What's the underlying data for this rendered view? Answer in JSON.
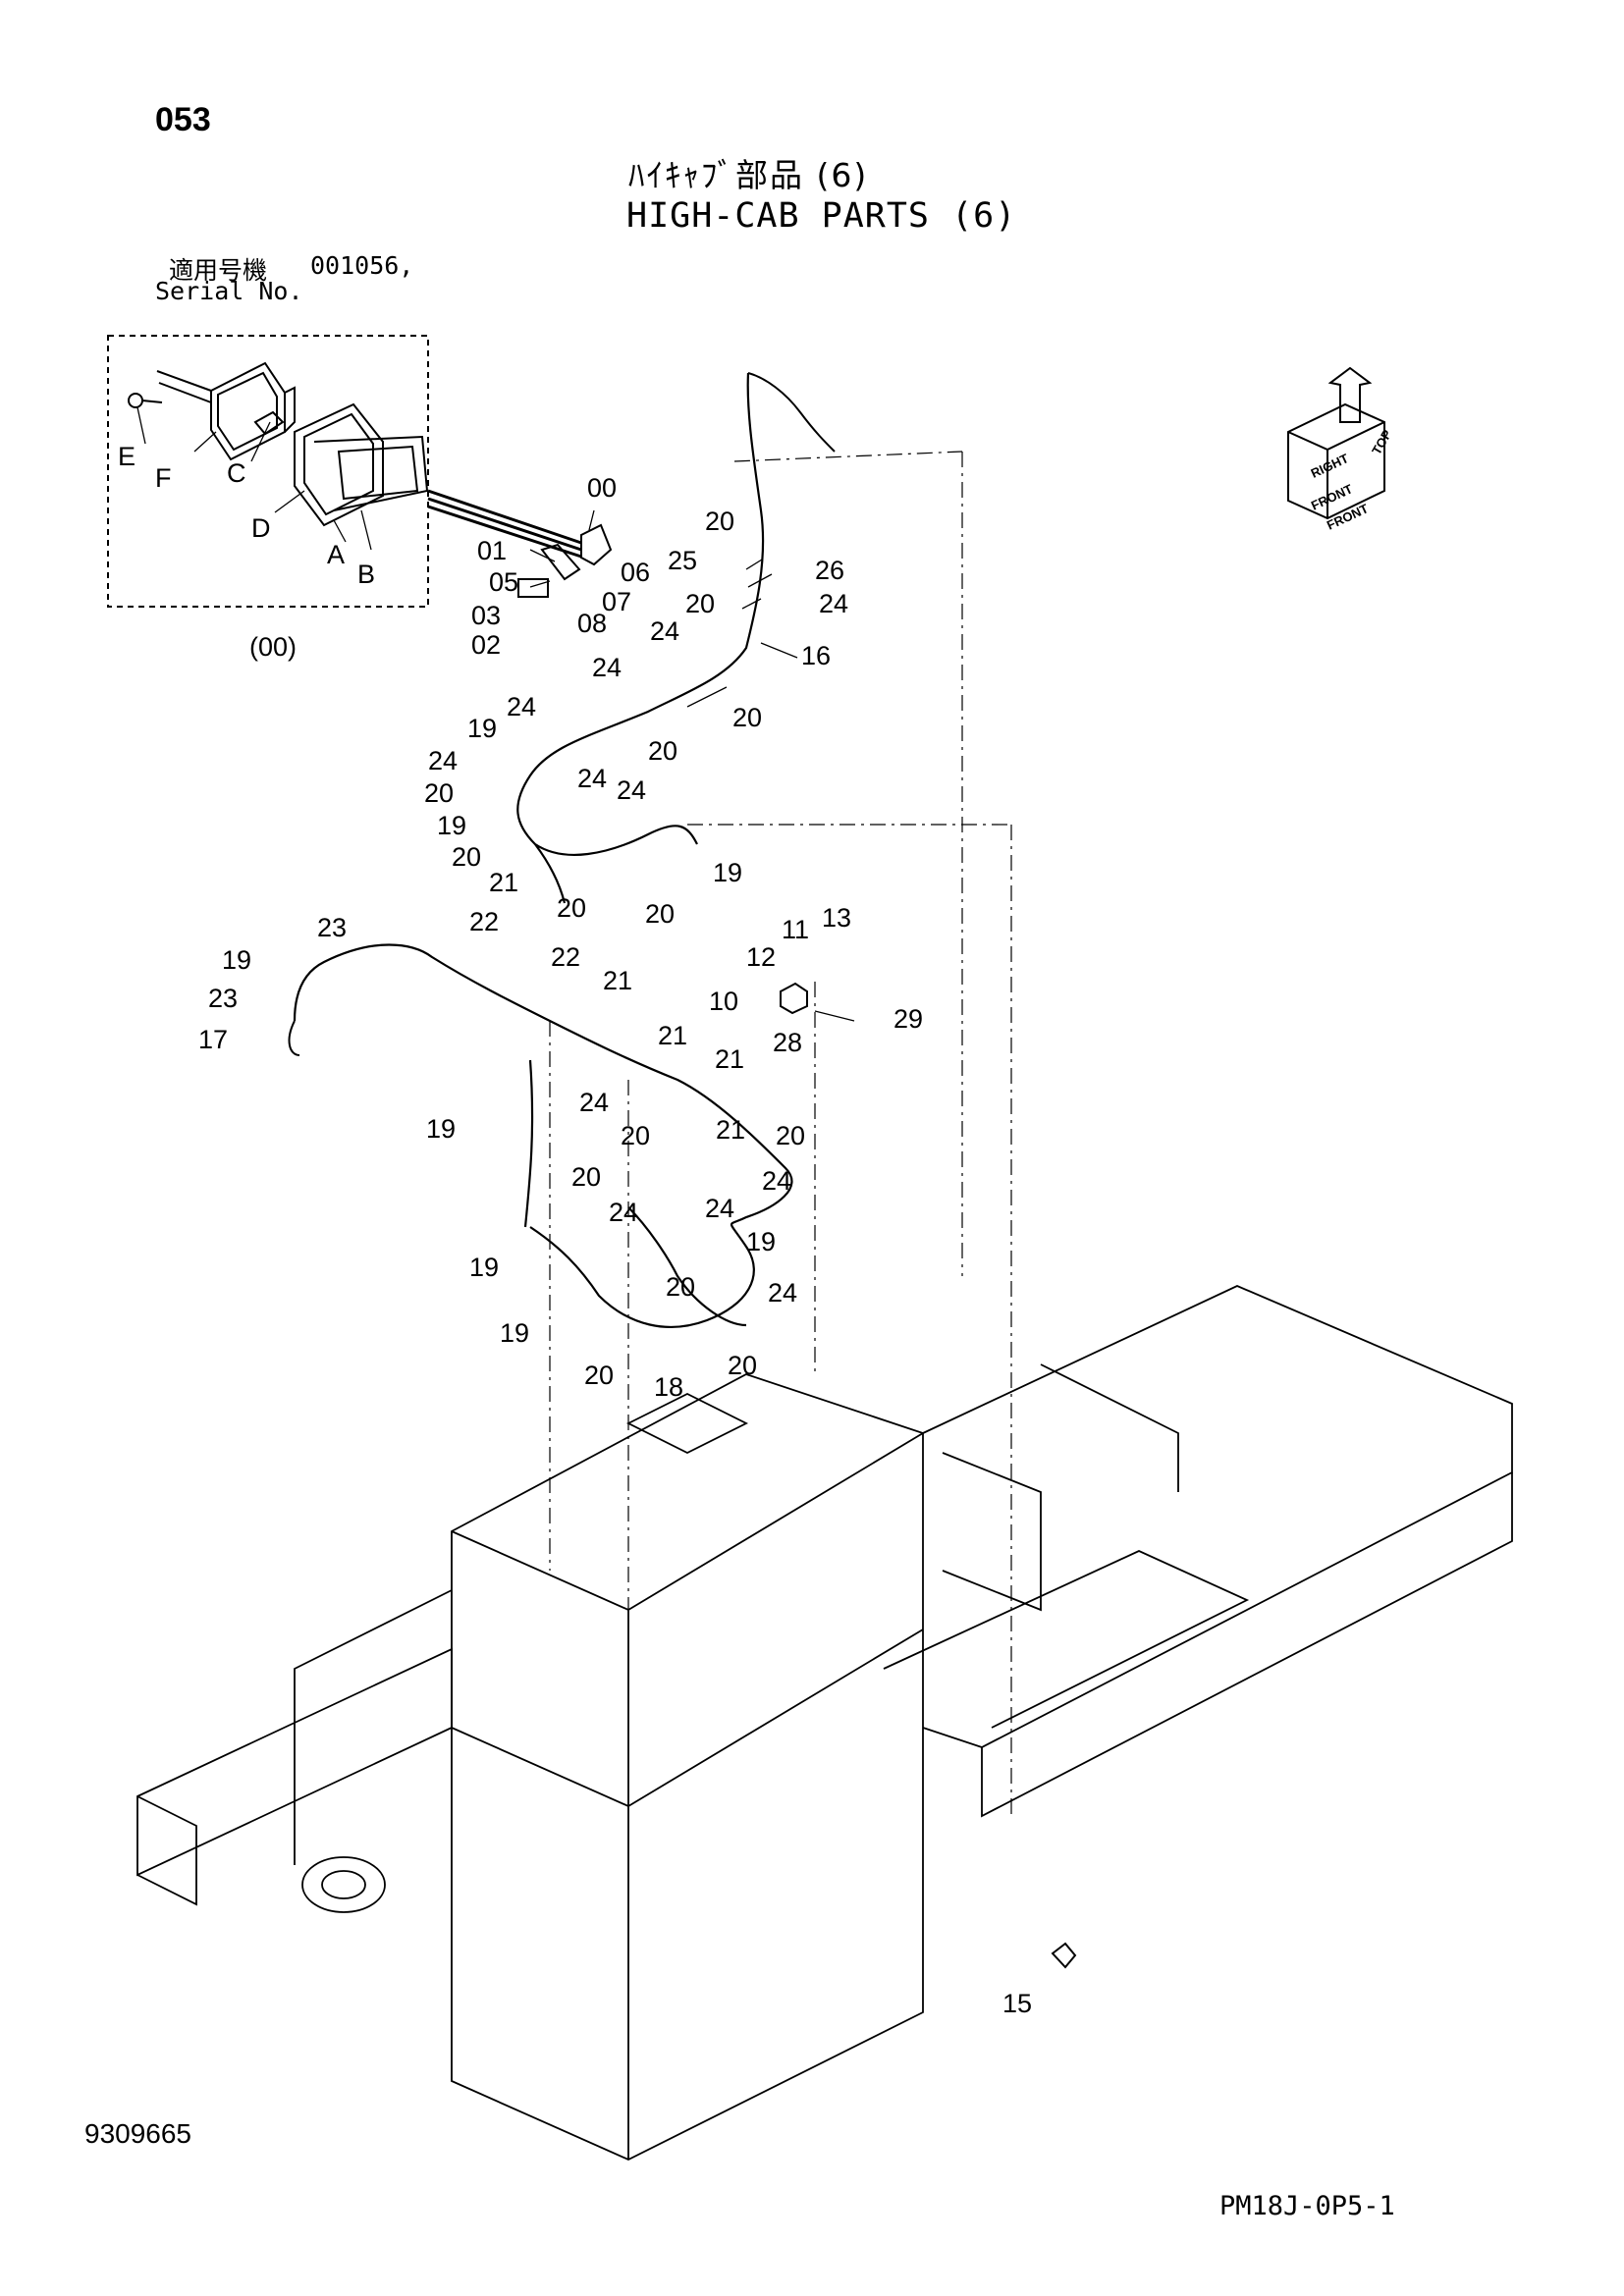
{
  "page_number": "053",
  "title_jp": "ﾊｲｷｬﾌﾞ部品 (6)",
  "title_en": "HIGH-CAB PARTS (6)",
  "serial": {
    "label_jp": "適用号機",
    "value": "001056,",
    "label_en": "Serial No."
  },
  "figure_number": "9309665",
  "drawing_code": "PM18J-0P5-1",
  "detail_caption": "(00)",
  "orientation_labels": [
    "TOP",
    "RIGHT",
    "FRONT",
    "FRONT"
  ],
  "callouts": [
    "E",
    "F",
    "C",
    "D",
    "A",
    "B",
    "00",
    "01",
    "05",
    "03",
    "02",
    "06",
    "07",
    "08",
    "20",
    "25",
    "26",
    "20",
    "24",
    "24",
    "16",
    "24",
    "20",
    "24",
    "19",
    "24",
    "20",
    "20",
    "24",
    "24",
    "19",
    "20",
    "21",
    "20",
    "20",
    "19",
    "23",
    "22",
    "22",
    "21",
    "19",
    "23",
    "17",
    "11",
    "13",
    "12",
    "10",
    "28",
    "29",
    "21",
    "21",
    "24",
    "19",
    "21",
    "20",
    "20",
    "24",
    "20",
    "24",
    "24",
    "19",
    "19",
    "20",
    "24",
    "19",
    "20",
    "20",
    "18",
    "15"
  ]
}
